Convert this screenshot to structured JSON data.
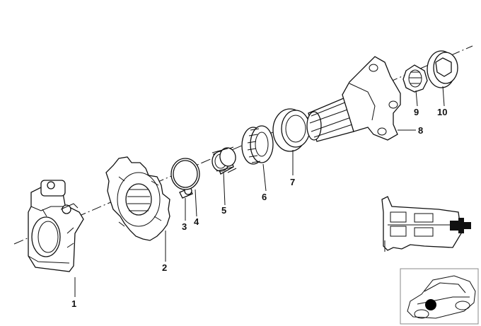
{
  "diagram": {
    "callouts": [
      {
        "id": "c1",
        "label": "1"
      },
      {
        "id": "c2",
        "label": "2"
      },
      {
        "id": "c3",
        "label": "3"
      },
      {
        "id": "c4",
        "label": "4"
      },
      {
        "id": "c5",
        "label": "5"
      },
      {
        "id": "c6",
        "label": "6"
      },
      {
        "id": "c7",
        "label": "7"
      },
      {
        "id": "c8",
        "label": "8"
      },
      {
        "id": "c9",
        "label": "9"
      },
      {
        "id": "c10",
        "label": "10"
      }
    ],
    "parts": [
      {
        "id": "p1",
        "icon": "bracket-housing-icon"
      },
      {
        "id": "p2",
        "icon": "sprocket-gear-icon"
      },
      {
        "id": "p3",
        "icon": "pin-icon"
      },
      {
        "id": "p4",
        "icon": "retaining-ring-icon"
      },
      {
        "id": "p5",
        "icon": "sleeve-icon"
      },
      {
        "id": "p6",
        "icon": "needle-bearing-icon"
      },
      {
        "id": "p7",
        "icon": "shaft-seal-icon"
      },
      {
        "id": "p8",
        "icon": "flange-shaft-icon"
      },
      {
        "id": "p9",
        "icon": "collar-nut-icon"
      },
      {
        "id": "p10",
        "icon": "washer-plate-icon"
      }
    ],
    "insets": [
      {
        "id": "assembly",
        "icon": "assembly-detail-icon"
      },
      {
        "id": "vehicle",
        "icon": "vehicle-location-icon"
      }
    ]
  }
}
